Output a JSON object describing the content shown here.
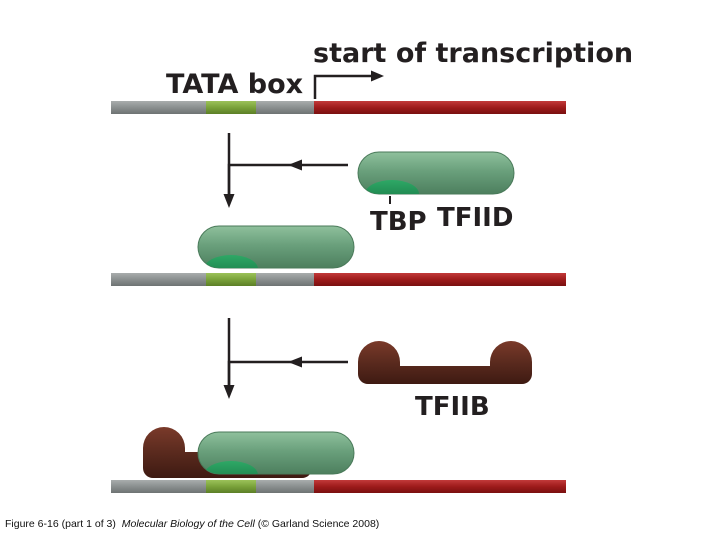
{
  "labels": {
    "start_of_transcription": "start of transcription",
    "tata_box": "TATA box",
    "tbp": "TBP",
    "tfiid": "TFIID",
    "tfiib": "TFIIB"
  },
  "caption": {
    "prefix": "Figure 6-16 (part 1 of 3)",
    "book_title": "Molecular Biology of the Cell",
    "suffix": "(© Garland Science 2008)"
  },
  "colors": {
    "dna_upstream": "#8a8f8f",
    "tata_box": "#7aa23a",
    "dna_transcribed": "#9e1b1b",
    "tfiid_body": "#6aa07c",
    "tbp": "#1e8a4e",
    "tfiib": "#5a2a1e",
    "arrow": "#231f20"
  }
}
